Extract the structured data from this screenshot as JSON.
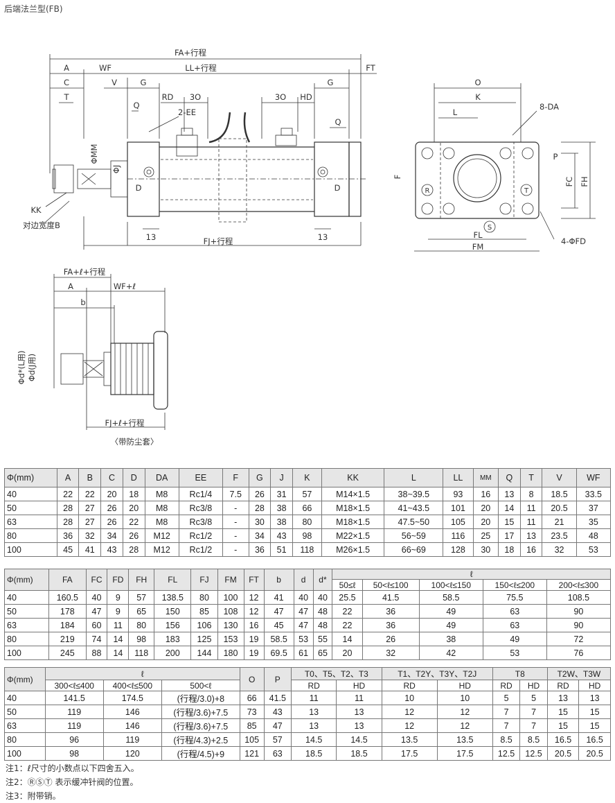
{
  "title": "后端法兰型(FB)",
  "drawing_labels": {
    "fa_stroke": "FA+行程",
    "a": "A",
    "wf": "WF",
    "ll_stroke": "LL+行程",
    "ft": "FT",
    "c": "C",
    "v": "V",
    "g": "G",
    "t": "T",
    "rd": "RD",
    "thirty": "3O",
    "hd": "HD",
    "q": "Q",
    "ee": "2-EE",
    "mm": "ΦMM",
    "j": "ΦJ",
    "d": "D",
    "kk": "KK",
    "width_b": "对边宽度B",
    "thirteen": "13",
    "fj_stroke": "FJ+行程",
    "o": "O",
    "k": "K",
    "l": "L",
    "da": "8-DA",
    "p": "P",
    "f": "F",
    "fc": "FC",
    "fh": "FH",
    "r": "R",
    "tt": "T",
    "s": "S",
    "fl": "FL",
    "fm": "FM",
    "fd": "4-ΦFD",
    "fa_l_stroke": "FA+ℓ+行程",
    "wf_l": "WF+ℓ",
    "b": "b",
    "d_star": "Φd*(L用)",
    "d_j": "Φd(J用)",
    "fj_l_stroke": "FJ+ℓ+行程",
    "boot_caption": "〈带防尘套〉"
  },
  "table1": {
    "headers": [
      "Φ(mm)",
      "A",
      "B",
      "C",
      "D",
      "DA",
      "EE",
      "F",
      "G",
      "J",
      "K",
      "KK",
      "L",
      "LL",
      "MM",
      "Q",
      "T",
      "V",
      "WF"
    ],
    "rows": [
      [
        "40",
        "22",
        "22",
        "20",
        "18",
        "M8",
        "Rc1/4",
        "7.5",
        "26",
        "31",
        "57",
        "M14×1.5",
        "38~39.5",
        "93",
        "16",
        "13",
        "8",
        "18.5",
        "33.5"
      ],
      [
        "50",
        "28",
        "27",
        "26",
        "20",
        "M8",
        "Rc3/8",
        "-",
        "28",
        "38",
        "66",
        "M18×1.5",
        "41~43.5",
        "101",
        "20",
        "14",
        "11",
        "20.5",
        "37"
      ],
      [
        "63",
        "28",
        "27",
        "26",
        "22",
        "M8",
        "Rc3/8",
        "-",
        "30",
        "38",
        "80",
        "M18×1.5",
        "47.5~50",
        "105",
        "20",
        "15",
        "11",
        "21",
        "35"
      ],
      [
        "80",
        "36",
        "32",
        "34",
        "26",
        "M12",
        "Rc1/2",
        "-",
        "34",
        "43",
        "98",
        "M22×1.5",
        "56~59",
        "116",
        "25",
        "17",
        "13",
        "23.5",
        "48"
      ],
      [
        "100",
        "45",
        "41",
        "43",
        "28",
        "M12",
        "Rc1/2",
        "-",
        "36",
        "51",
        "118",
        "M26×1.5",
        "66~69",
        "128",
        "30",
        "18",
        "16",
        "32",
        "53"
      ]
    ]
  },
  "table2": {
    "headers": [
      "Φ(mm)",
      "FA",
      "FC",
      "FD",
      "FH",
      "FL",
      "FJ",
      "FM",
      "FT",
      "b",
      "d",
      "d*"
    ],
    "l_header": "ℓ",
    "l_sub": [
      "50≤ℓ",
      "50<ℓ≤100",
      "100<ℓ≤150",
      "150<ℓ≤200",
      "200<ℓ≤300"
    ],
    "rows": [
      [
        "40",
        "160.5",
        "40",
        "9",
        "57",
        "138.5",
        "80",
        "100",
        "12",
        "41",
        "40",
        "40",
        "25.5",
        "41.5",
        "58.5",
        "75.5",
        "108.5"
      ],
      [
        "50",
        "178",
        "47",
        "9",
        "65",
        "150",
        "85",
        "108",
        "12",
        "47",
        "47",
        "48",
        "22",
        "36",
        "49",
        "63",
        "90"
      ],
      [
        "63",
        "184",
        "60",
        "11",
        "80",
        "156",
        "106",
        "130",
        "16",
        "45",
        "47",
        "48",
        "22",
        "36",
        "49",
        "63",
        "90"
      ],
      [
        "80",
        "219",
        "74",
        "14",
        "98",
        "183",
        "125",
        "153",
        "19",
        "58.5",
        "53",
        "55",
        "14",
        "26",
        "38",
        "49",
        "72"
      ],
      [
        "100",
        "245",
        "88",
        "14",
        "118",
        "200",
        "144",
        "180",
        "19",
        "69.5",
        "61",
        "65",
        "20",
        "32",
        "42",
        "53",
        "76"
      ]
    ]
  },
  "table3": {
    "first": "Φ(mm)",
    "l_header": "ℓ",
    "l_sub": [
      "300<ℓ≤400",
      "400<ℓ≤500",
      "500<ℓ"
    ],
    "o": "O",
    "p": "P",
    "groups": [
      "T0、T5、T2、T3",
      "T1、T2Y、T3Y、T2J",
      "T8",
      "T2W、T3W"
    ],
    "rd": "RD",
    "hd": "HD",
    "rows": [
      [
        "40",
        "141.5",
        "174.5",
        "(行程/3.0)+8",
        "66",
        "41.5",
        "11",
        "11",
        "10",
        "10",
        "5",
        "5",
        "13",
        "13"
      ],
      [
        "50",
        "119",
        "146",
        "(行程/3.6)+7.5",
        "73",
        "43",
        "13",
        "13",
        "12",
        "12",
        "7",
        "7",
        "15",
        "15"
      ],
      [
        "63",
        "119",
        "146",
        "(行程/3.6)+7.5",
        "85",
        "47",
        "13",
        "13",
        "12",
        "12",
        "7",
        "7",
        "15",
        "15"
      ],
      [
        "80",
        "96",
        "119",
        "(行程/4.3)+2.5",
        "105",
        "57",
        "14.5",
        "14.5",
        "13.5",
        "13.5",
        "8.5",
        "8.5",
        "16.5",
        "16.5"
      ],
      [
        "100",
        "98",
        "120",
        "(行程/4.5)+9",
        "121",
        "63",
        "18.5",
        "18.5",
        "17.5",
        "17.5",
        "12.5",
        "12.5",
        "20.5",
        "20.5"
      ]
    ]
  },
  "notes": [
    "注1：ℓ尺寸的小数点以下四舍五入。",
    "注2：ⓇⓈⓉ 表示缓冲针阀的位置。",
    "注3：附带销。"
  ]
}
